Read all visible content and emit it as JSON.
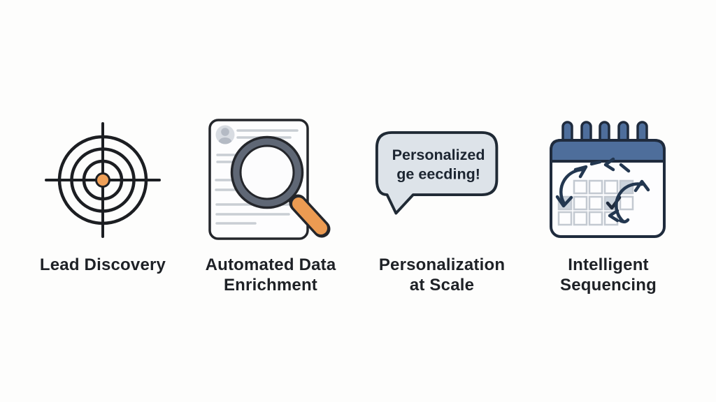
{
  "page": {
    "background_color": "#fdfdfc",
    "type": "feature-infographic"
  },
  "features": [
    {
      "id": "lead-discovery",
      "icon": "target-icon",
      "label_lines": [
        "Lead Discovery"
      ]
    },
    {
      "id": "automated-data-enrichment",
      "icon": "document-magnifier-icon",
      "label_lines": [
        "Automated Data",
        "Enrichment"
      ]
    },
    {
      "id": "personalization-at-scale",
      "icon": "speech-bubble-icon",
      "bubble_lines": [
        "Personalized",
        "ge eecding!"
      ],
      "label_lines": [
        "Personalization",
        "at Scale"
      ]
    },
    {
      "id": "intelligent-sequencing",
      "icon": "calendar-icon",
      "label_lines": [
        "Intelligent",
        "Sequencing"
      ]
    }
  ],
  "colors": {
    "ink": "#1c1e22",
    "navy_outline": "#1f2b3d",
    "arrow_navy": "#233750",
    "orange_target_dot": "#efa058",
    "orange_magnifier_handle": "#ec9b52",
    "slate_magnifier_rim": "#5f6775",
    "calendar_header_blue": "#4e6e9b",
    "speech_bubble_fill": "#dde3e9",
    "shaded_calendar_cell": "#ccd4dd",
    "document_line_gray": "#c9ced4",
    "label_text": "#1e2126"
  }
}
